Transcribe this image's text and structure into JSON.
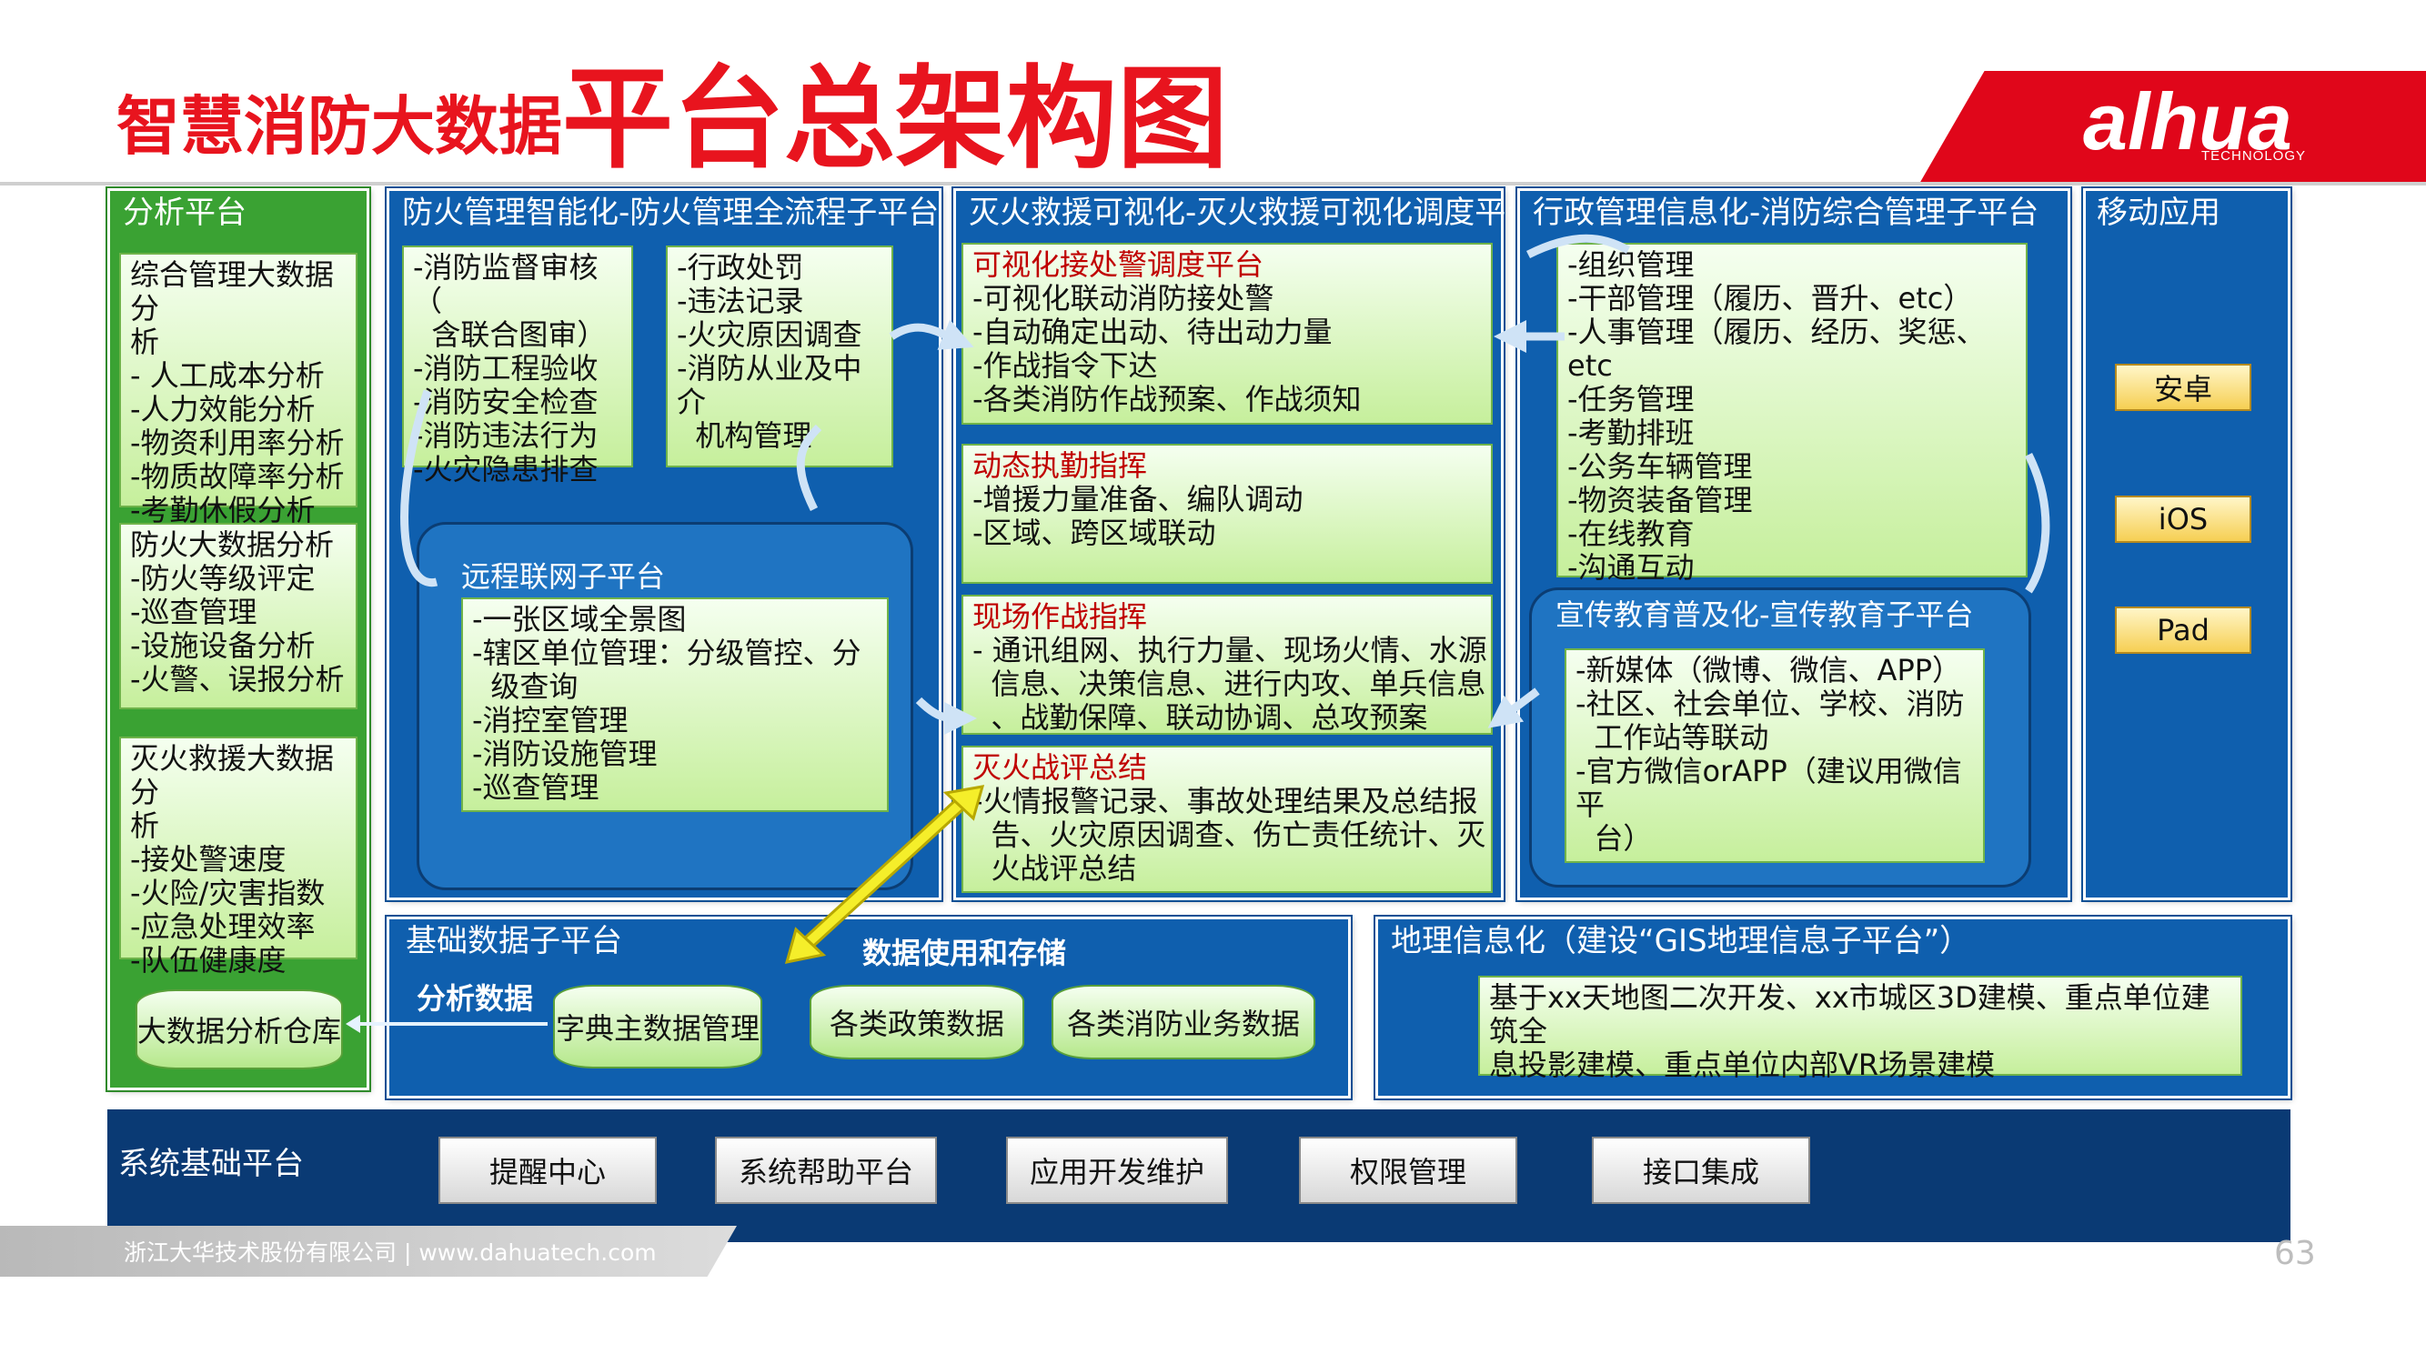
{
  "title": {
    "small": "智慧消防大数据",
    "big": "平台总架构图"
  },
  "logo": {
    "text": "alhua",
    "subtitle": "TECHNOLOGY"
  },
  "analysis": {
    "title": "分析平台",
    "cards": [
      {
        "lines": [
          "综合管理大数据分",
          "析",
          "- 人工成本分析",
          "-人力效能分析",
          "-物资利用率分析",
          "-物质故障率分析",
          "-考勤休假分析"
        ]
      },
      {
        "lines": [
          "防火大数据分析",
          "-防火等级评定",
          "-巡查管理",
          "-设施设备分析",
          "-火警、误报分析"
        ]
      },
      {
        "lines": [
          "灭火救援大数据分",
          "析",
          "-接处警速度",
          "-火险/灾害指数",
          "-应急处理效率",
          "-队伍健康度"
        ]
      }
    ],
    "warehouse": "大数据分析仓库"
  },
  "fire_prevention": {
    "title": "防火管理智能化-防火管理全流程子平台",
    "card1": [
      "-消防监督审核（",
      "  含联合图审）",
      "-消防工程验收",
      "-消防安全检查",
      "-消防违法行为",
      "-火灾隐患排查"
    ],
    "card2": [
      "-行政处罚",
      "-违法记录",
      "-火灾原因调查",
      "-消防从业及中介",
      "  机构管理"
    ],
    "remote": {
      "title": "远程联网子平台",
      "lines": [
        "-一张区域全景图",
        "-辖区单位管理：分级管控、分",
        "  级查询",
        "-消控室管理",
        "-消防设施管理",
        "-巡查管理"
      ]
    }
  },
  "rescue": {
    "title": "灭火救援可视化-灭火救援可视化调度平台",
    "cards": [
      {
        "title": "可视化接处警调度平台",
        "lines": [
          "-可视化联动消防接处警",
          "-自动确定出动、待出动力量",
          "-作战指令下达",
          "-各类消防作战预案、作战须知"
        ]
      },
      {
        "title": "动态执勤指挥",
        "lines": [
          "-增援力量准备、编队调动",
          "-区域、跨区域联动"
        ]
      },
      {
        "title": "现场作战指挥",
        "lines": [
          "- 通讯组网、执行力量、现场火情、水源",
          "  信息、决策信息、进行内攻、单兵信息",
          "  、战勤保障、联动协调、总攻预案"
        ]
      },
      {
        "title": "灭火战评总结",
        "lines": [
          "-火情报警记录、事故处理结果及总结报",
          "  告、火灾原因调查、伤亡责任统计、灭",
          "  火战评总结"
        ]
      }
    ]
  },
  "admin": {
    "title": "行政管理信息化-消防综合管理子平台",
    "lines": [
      "-组织管理",
      "-干部管理（履历、晋升、etc）",
      "-人事管理（履历、经历、奖惩、etc",
      "-任务管理",
      "-考勤排班",
      "-公务车辆管理",
      "-物资装备管理",
      "-在线教育",
      "-沟通互动"
    ],
    "publicity": {
      "title": "宣传教育普及化-宣传教育子平台",
      "lines": [
        "-新媒体（微博、微信、APP）",
        "-社区、社会单位、学校、消防",
        "  工作站等联动",
        "-官方微信orAPP（建议用微信平",
        "  台）"
      ]
    }
  },
  "mobile": {
    "title": "移动应用",
    "apps": [
      "安卓",
      "iOS",
      "Pad"
    ]
  },
  "base_data": {
    "title": "基础数据子平台",
    "analysis_label": "分析数据",
    "storage_label": "数据使用和存储",
    "items": [
      "字典主数据管理",
      "各类政策数据",
      "各类消防业务数据"
    ]
  },
  "gis": {
    "title": "地理信息化（建设“GIS地理信息子平台”）",
    "lines": [
      "基于xx天地图二次开发、xx市城区3D建模、重点单位建筑全",
      "息投影建模、重点单位内部VR场景建模"
    ]
  },
  "system": {
    "title": "系统基础平台",
    "buttons": [
      "提醒中心",
      "系统帮助平台",
      "应用开发维护",
      "权限管理",
      "接口集成"
    ]
  },
  "footer": {
    "company": "浙江大华技术股份有限公司 | www.dahuatech.com",
    "page": "63"
  },
  "colors": {
    "red": "#e8141e",
    "green": "#3aa233",
    "blue": "#0f5fae",
    "navy": "#0a3a74",
    "yellow": "#f6cf53"
  }
}
